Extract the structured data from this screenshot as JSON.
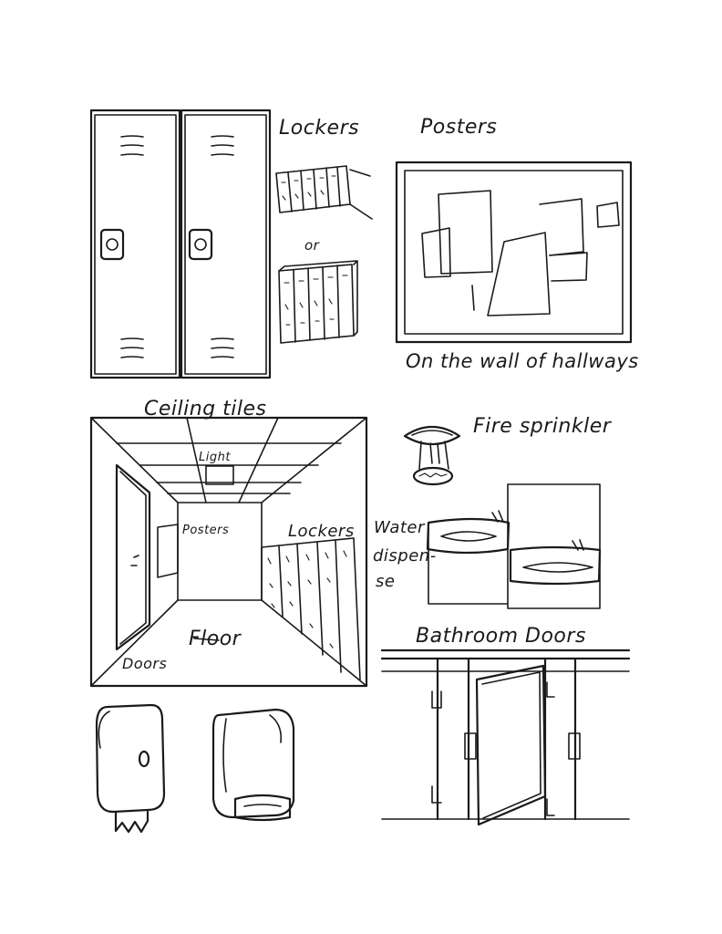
{
  "labels": {
    "lockers": "Lockers",
    "or": "or",
    "posters": "Posters",
    "wall_caption": "On the wall of hallways",
    "ceiling_tiles": "Ceiling tiles",
    "light": "Light",
    "hall_posters": "Posters",
    "hall_lockers": "Lockers",
    "floor": "Floor",
    "doors": "Doors",
    "fire_sprinkler": "Fire sprinkler",
    "water_dispenser_1": "Water",
    "water_dispenser_2": "dispen-",
    "water_dispenser_3": "se",
    "bathroom_doors": "Bathroom Doors"
  },
  "colors": {
    "ink": "#1a1a1a",
    "paper": "#ffffff"
  }
}
